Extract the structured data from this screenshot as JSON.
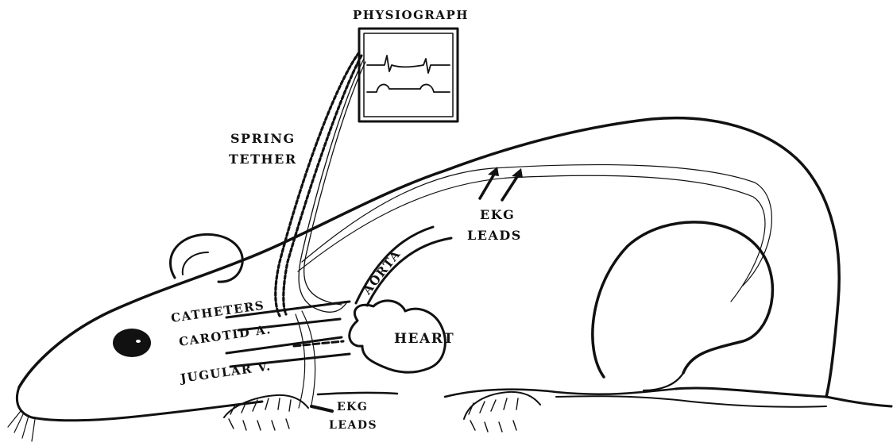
{
  "labels": {
    "physiograph": "PHYSIOGRAPH",
    "spring_tether_line1": "SPRING",
    "spring_tether_line2": "TETHER",
    "catheters": "CATHETERS",
    "carotid": "CAROTID A.",
    "jugular": "JUGULAR V.",
    "heart": "HEART",
    "aorta": "AORTA",
    "ekg_upper_line1": "EKG",
    "ekg_upper_line2": "LEADS",
    "ekg_lower_line1": "EKG",
    "ekg_lower_line2": "LEADS"
  },
  "colors": {
    "ink": "#111111",
    "paper": "#ffffff"
  }
}
